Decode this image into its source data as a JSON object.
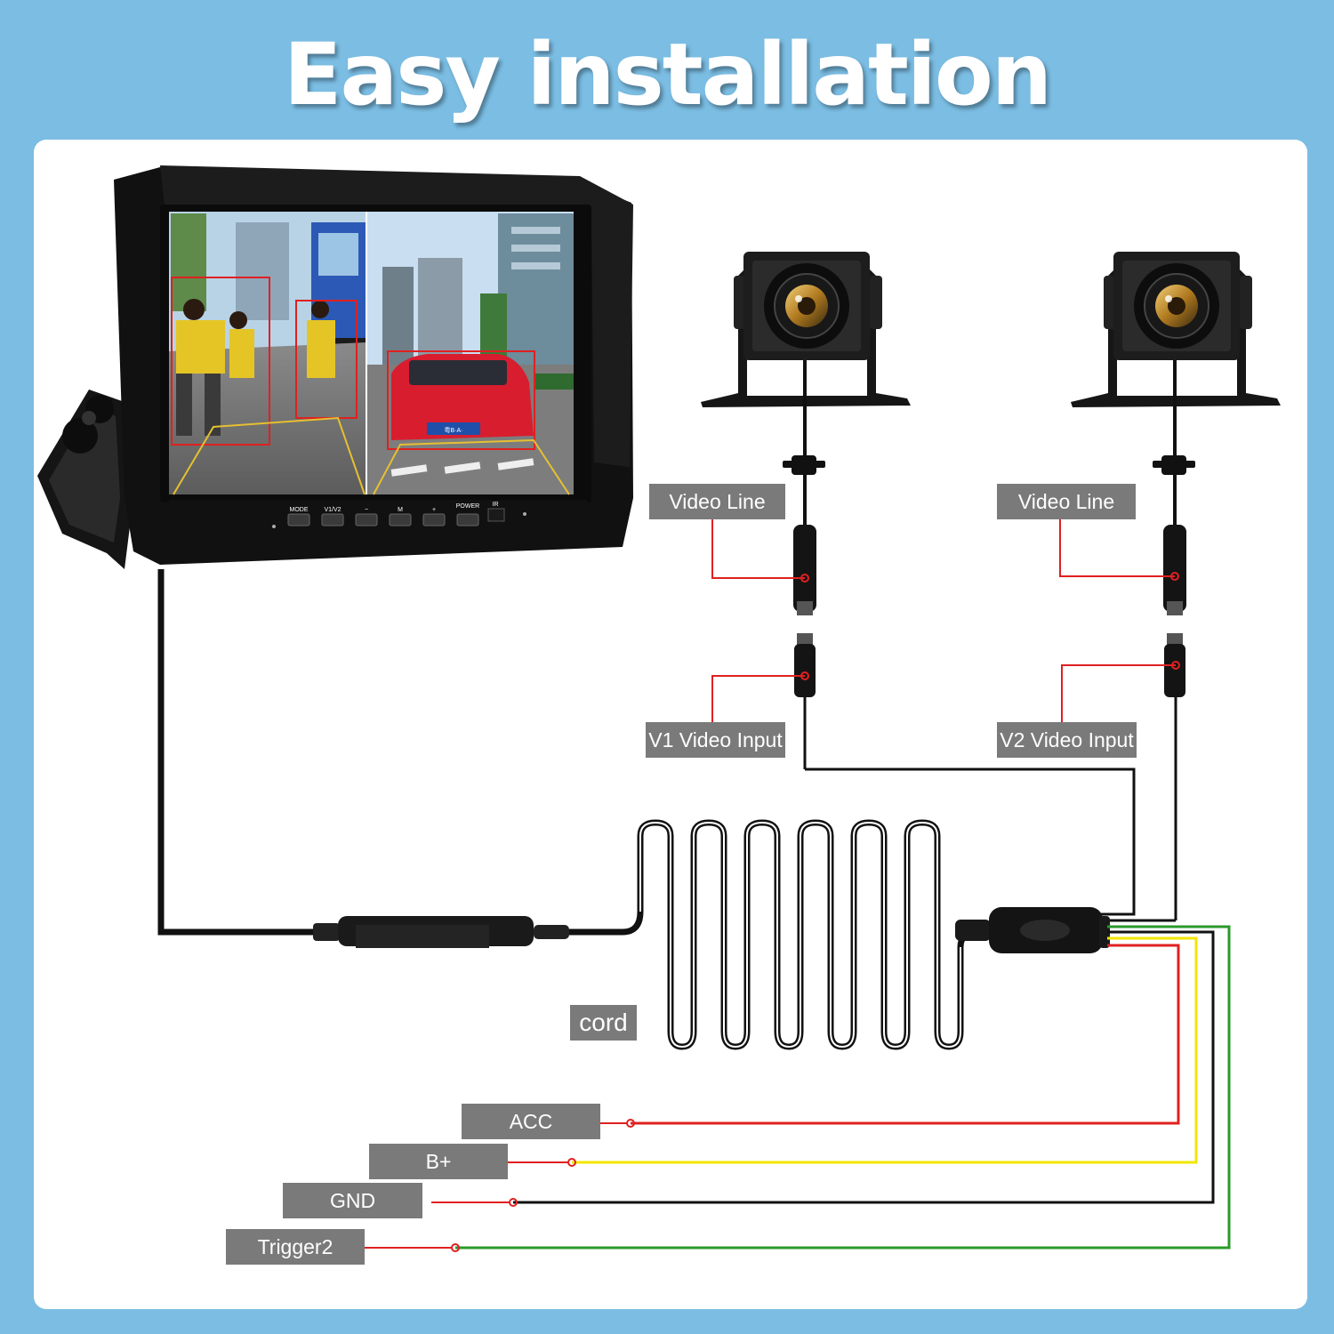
{
  "title": "Easy installation",
  "monitor": {
    "buttons": [
      "MODE",
      "V1/V2",
      "−",
      "M",
      "+",
      "POWER",
      "IR"
    ],
    "plate_text": "粤B·A·"
  },
  "labels": {
    "video_line_1": "Video Line",
    "video_line_2": "Video Line",
    "v1_video_input": "V1 Video Input",
    "v2_video_input": "V2 Video Input",
    "cord": "cord",
    "acc": "ACC",
    "b_plus": "B+",
    "gnd": "GND",
    "trigger2": "Trigger2"
  },
  "colors": {
    "background": "#7bbde3",
    "panel": "#ffffff",
    "label_bg": "#7a7a7a",
    "acc_wire": "#e02020",
    "bplus_wire": "#f2e600",
    "gnd_wire": "#111111",
    "trigger_wire": "#2a9a2a",
    "pointer": "#e02020"
  }
}
